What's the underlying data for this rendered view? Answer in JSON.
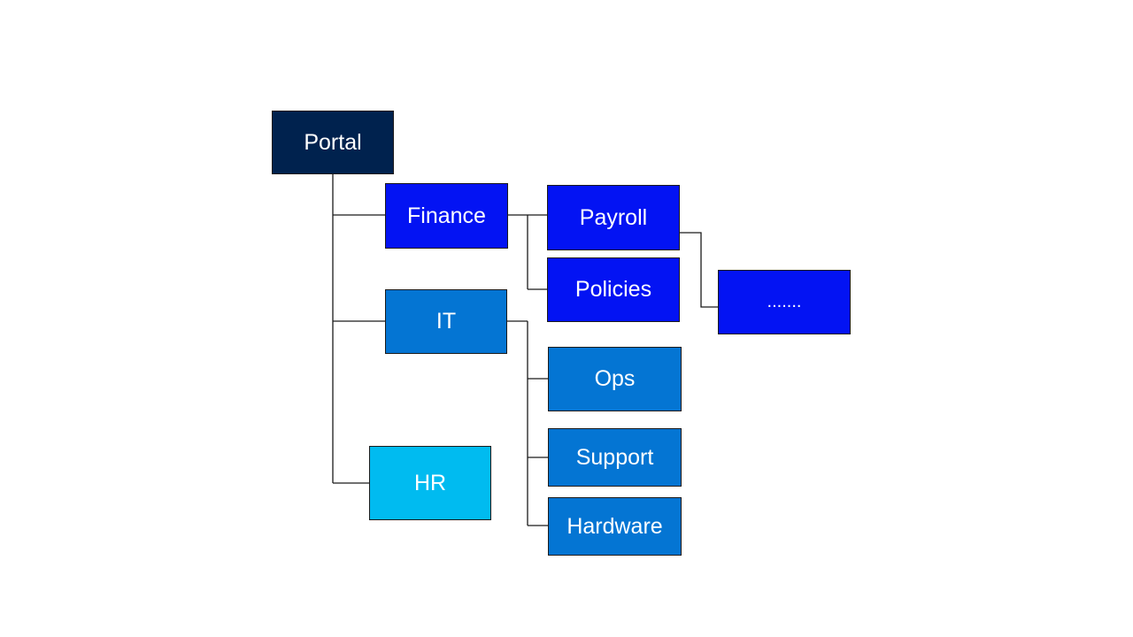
{
  "colors": {
    "root": "#00224e",
    "level_finance": "#0313f3",
    "level_it": "#0475d3",
    "level_hr": "#00bbf0",
    "text": "#ffffff",
    "connector": "#1a1a1a"
  },
  "nodes": {
    "portal": {
      "label": "Portal"
    },
    "finance": {
      "label": "Finance"
    },
    "payroll": {
      "label": "Payroll"
    },
    "policies": {
      "label": "Policies"
    },
    "more": {
      "label": "......."
    },
    "it": {
      "label": "IT"
    },
    "ops": {
      "label": "Ops"
    },
    "support": {
      "label": "Support"
    },
    "hardware": {
      "label": "Hardware"
    },
    "hr": {
      "label": "HR"
    }
  }
}
